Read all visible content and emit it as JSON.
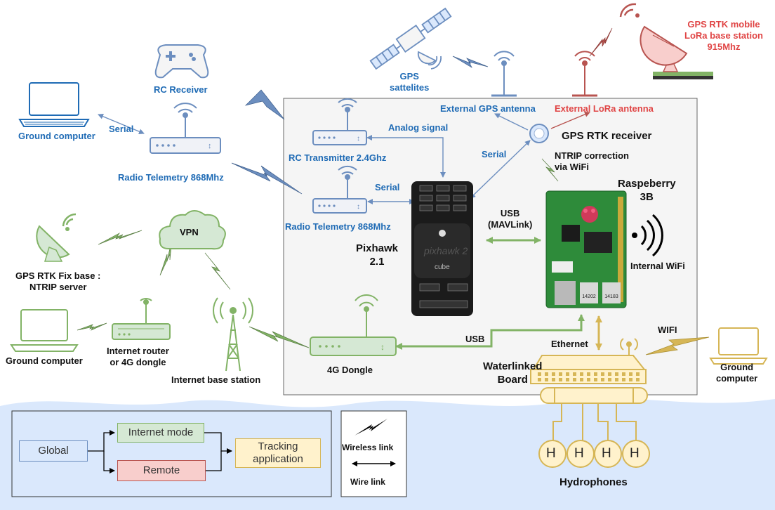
{
  "labels": {
    "rc_receiver": "RC Receiver",
    "ground_computer_1": "Ground computer",
    "serial_1": "Serial",
    "radio_telemetry_left": "Radio Telemetry 868Mhz",
    "gps_satellites": "GPS\nsattelites",
    "external_gps_antenna": "External GPS antenna",
    "external_lora_antenna": "External LoRa antenna",
    "gps_rtk_mobile": "GPS RTK mobile\nLoRa base station\n915Mhz",
    "gps_rtk_receiver": "GPS RTK receiver",
    "analog_signal": "Analog signal",
    "rc_transmitter": "RC Transmitter 2.4Ghz",
    "serial_2": "Serial",
    "serial_3": "Serial",
    "ntrip_correction": "NTRIP correction\nvia WiFi",
    "raspberry": "Raspeberry\n3B",
    "radio_telemetry_right": "Radio Telemetry 868Mhz",
    "usb_mavlink": "USB\n(MAVLink)",
    "pixhawk": "Pixhawk\n2.1",
    "internal_wifi": "Internal WiFi",
    "vpn": "VPN",
    "gps_rtk_fix": "GPS RTK Fix base :\nNTRIP server",
    "ground_computer_2": "Ground computer",
    "internet_router": "Internet router\nor 4G dongle",
    "internet_base_station": "Internet base station",
    "usb": "USB",
    "dongle_4g": "4G Dongle",
    "ethernet": "Ethernet",
    "wifi": "WIFI",
    "waterlinked": "Waterlinked\nBoard",
    "ground_computer_3": "Ground\ncomputer",
    "hydrophones": "Hydrophones",
    "hydrophone_letter": "H",
    "pixhawk_screen": "pixhawk 2",
    "pixhawk_cube": "cube"
  },
  "legend": {
    "global": "Global",
    "internet_mode": "Internet mode",
    "remote": "Remote",
    "tracking": "Tracking\napplication",
    "wireless_link": "Wireless link",
    "wire_link": "Wire link"
  },
  "colors": {
    "blue_label": "#1f6bb5",
    "red_label": "#e04545",
    "green_link": "#82b366",
    "blue_link": "#6c8ebf",
    "gold_link": "#d6b656",
    "water": "#dae8fc"
  }
}
